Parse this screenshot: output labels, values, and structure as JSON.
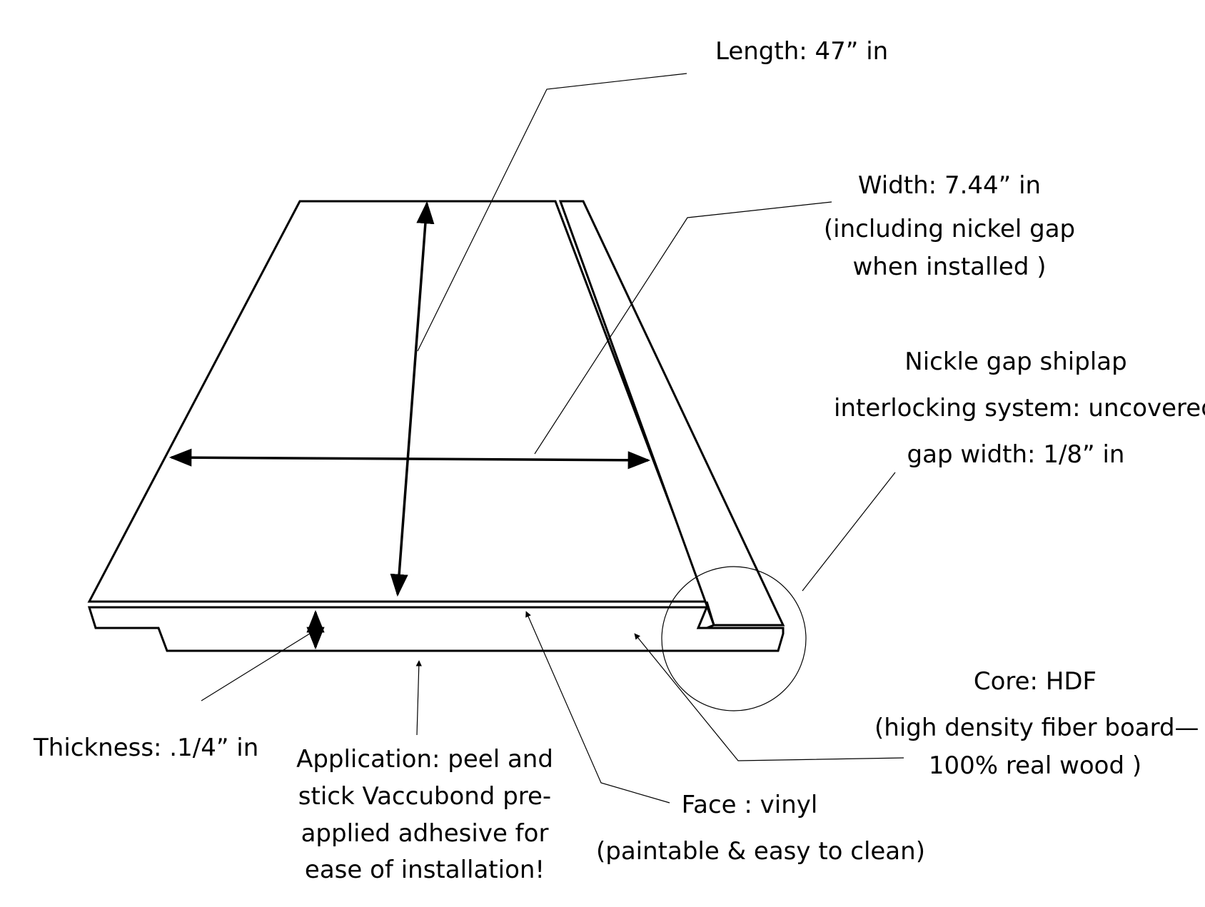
{
  "labels": {
    "length": "Length: 47” in",
    "width": {
      "line1": "Width: 7.44” in",
      "line2": "(including nickel gap",
      "line3": "when installed )"
    },
    "nickle_gap": {
      "line1": "Nickle gap shiplap",
      "line2": "interlocking system: uncovered",
      "line3": "gap width:  1/8” in"
    },
    "core": {
      "line1": "Core: HDF",
      "line2": "(high density fiber board—",
      "line3": "100% real wood  )"
    },
    "thickness": "Thickness: .1/4” in",
    "application": {
      "line1": "Application: peel and",
      "line2": "stick Vaccubond pre-",
      "line3": "applied adhesive for",
      "line4": "ease of installation!"
    },
    "face": {
      "line1": "Face : vinyl",
      "line2": "(paintable & easy to clean)"
    }
  }
}
